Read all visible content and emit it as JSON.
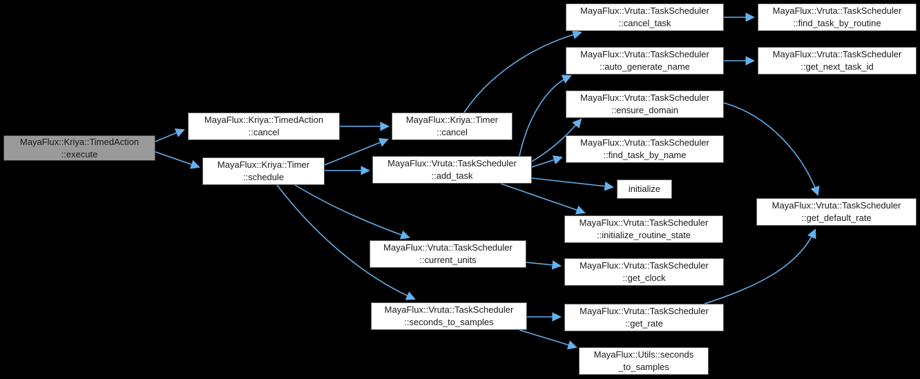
{
  "diagram": {
    "type": "call-graph",
    "background_color": "#000000",
    "arrow_color": "#63b1ee",
    "node_fill_color": "#ffffff",
    "node_border_color": "#5e5e5e",
    "highlight_fill_color": "#9a9a9a",
    "highlight_border_color": "#3f3f3f",
    "text_color": "#1a1a1a"
  },
  "nodes": [
    {
      "id": "execute",
      "label": "MayaFlux::Kriya::TimedAction\n::execute",
      "highlighted": true
    },
    {
      "id": "timedaction-cancel",
      "label": "MayaFlux::Kriya::TimedAction\n::cancel",
      "highlighted": false
    },
    {
      "id": "timer-schedule",
      "label": "MayaFlux::Kriya::Timer\n::schedule",
      "highlighted": false
    },
    {
      "id": "timer-cancel",
      "label": "MayaFlux::Kriya::Timer\n::cancel",
      "highlighted": false
    },
    {
      "id": "add-task",
      "label": "MayaFlux::Vruta::TaskScheduler\n::add_task",
      "highlighted": false
    },
    {
      "id": "cancel-task",
      "label": "MayaFlux::Vruta::TaskScheduler\n::cancel_task",
      "highlighted": false
    },
    {
      "id": "find-task-by-routine",
      "label": "MayaFlux::Vruta::TaskScheduler\n::find_task_by_routine",
      "highlighted": false
    },
    {
      "id": "auto-generate-name",
      "label": "MayaFlux::Vruta::TaskScheduler\n::auto_generate_name",
      "highlighted": false
    },
    {
      "id": "get-next-task-id",
      "label": "MayaFlux::Vruta::TaskScheduler\n::get_next_task_id",
      "highlighted": false
    },
    {
      "id": "ensure-domain",
      "label": "MayaFlux::Vruta::TaskScheduler\n::ensure_domain",
      "highlighted": false
    },
    {
      "id": "find-task-by-name",
      "label": "MayaFlux::Vruta::TaskScheduler\n::find_task_by_name",
      "highlighted": false
    },
    {
      "id": "initialize",
      "label": "initialize",
      "highlighted": false
    },
    {
      "id": "get-default-rate",
      "label": "MayaFlux::Vruta::TaskScheduler\n::get_default_rate",
      "highlighted": false
    },
    {
      "id": "initialize-routine-state",
      "label": "MayaFlux::Vruta::TaskScheduler\n::initialize_routine_state",
      "highlighted": false
    },
    {
      "id": "get-clock",
      "label": "MayaFlux::Vruta::TaskScheduler\n::get_clock",
      "highlighted": false
    },
    {
      "id": "current-units",
      "label": "MayaFlux::Vruta::TaskScheduler\n::current_units",
      "highlighted": false
    },
    {
      "id": "get-rate",
      "label": "MayaFlux::Vruta::TaskScheduler\n::get_rate",
      "highlighted": false
    },
    {
      "id": "seconds-to-samples",
      "label": "MayaFlux::Vruta::TaskScheduler\n::seconds_to_samples",
      "highlighted": false
    },
    {
      "id": "utils-seconds-to-samples",
      "label": "MayaFlux::Utils::seconds\n_to_samples",
      "highlighted": false
    }
  ],
  "edges": [
    {
      "from": "execute",
      "to": "timedaction-cancel"
    },
    {
      "from": "execute",
      "to": "timer-schedule"
    },
    {
      "from": "timedaction-cancel",
      "to": "timer-cancel"
    },
    {
      "from": "timer-schedule",
      "to": "timer-cancel"
    },
    {
      "from": "timer-schedule",
      "to": "add-task"
    },
    {
      "from": "timer-schedule",
      "to": "current-units"
    },
    {
      "from": "timer-schedule",
      "to": "seconds-to-samples"
    },
    {
      "from": "timer-cancel",
      "to": "cancel-task"
    },
    {
      "from": "add-task",
      "to": "auto-generate-name"
    },
    {
      "from": "add-task",
      "to": "ensure-domain"
    },
    {
      "from": "add-task",
      "to": "find-task-by-name"
    },
    {
      "from": "add-task",
      "to": "initialize"
    },
    {
      "from": "add-task",
      "to": "initialize-routine-state"
    },
    {
      "from": "cancel-task",
      "to": "find-task-by-routine"
    },
    {
      "from": "auto-generate-name",
      "to": "get-next-task-id"
    },
    {
      "from": "ensure-domain",
      "to": "get-default-rate"
    },
    {
      "from": "current-units",
      "to": "get-clock"
    },
    {
      "from": "seconds-to-samples",
      "to": "get-rate"
    },
    {
      "from": "seconds-to-samples",
      "to": "utils-seconds-to-samples"
    },
    {
      "from": "get-rate",
      "to": "get-default-rate"
    }
  ]
}
